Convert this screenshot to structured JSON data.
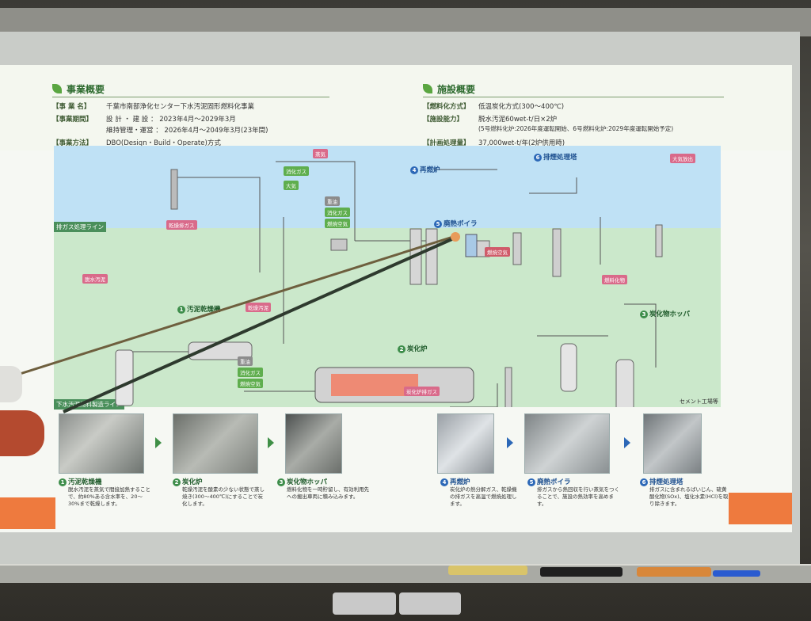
{
  "overview": {
    "title": "事業概要",
    "rows": [
      {
        "label": "【事 業 名】",
        "value": "千葉市南部浄化センター下水汚泥固形燃料化事業"
      },
      {
        "label": "【事業期間】",
        "value": "設 計 ・ 建 設 ： 2023年4月～2029年3月"
      },
      {
        "label": "",
        "value": "維持管理・運営 ： 2026年4月～2049年3月(23年間)"
      },
      {
        "label": "【事業方法】",
        "value": "DBO(Design・Build・Operate)方式"
      }
    ]
  },
  "facility": {
    "title": "施設概要",
    "rows": [
      {
        "label": "【燃料化方式】",
        "value": "低温炭化方式(300～400℃)"
      },
      {
        "label": "【施設能力】",
        "value": "脱水汚泥60wet-t/日×2炉"
      },
      {
        "label": "",
        "value": "(5号燃料化炉:2026年度運転開始、6号燃料化炉:2029年度運転開始予定)"
      },
      {
        "label": "【計画処理量】",
        "value": "37,000wet-t/年(2炉供用時)"
      }
    ]
  },
  "diagram": {
    "exhaust_line": "排ガス処理ライン",
    "fuel_line": "下水汚泥燃料製造ライン",
    "stages": [
      {
        "num": "1",
        "name": "汚泥乾燥機"
      },
      {
        "num": "2",
        "name": "炭化炉"
      },
      {
        "num": "3",
        "name": "炭化物ホッパ"
      },
      {
        "num": "4",
        "name": "再燃炉"
      },
      {
        "num": "5",
        "name": "廃熱ボイラ"
      },
      {
        "num": "6",
        "name": "排煙処理塔"
      }
    ],
    "cement": "セメント工場等"
  },
  "steps": [
    {
      "num": "1",
      "name": "汚泥乾燥機",
      "desc": "脱水汚泥を蒸気で間接加熱することで、約80%ある含水率を、20～30%まで乾燥します。",
      "color": "green"
    },
    {
      "num": "2",
      "name": "炭化炉",
      "desc": "乾燥汚泥を酸素の少ない状態で蒸し焼き(300～400℃)にすることで炭化します。",
      "color": "green"
    },
    {
      "num": "3",
      "name": "炭化物ホッパ",
      "desc": "燃料化物を一時貯留し、有効利用先への搬出車両に積み込みます。",
      "color": "green"
    },
    {
      "num": "4",
      "name": "再燃炉",
      "desc": "炭化炉の熱分解ガス、乾燥機の排ガスを高温で燃焼処理します。",
      "color": "blue"
    },
    {
      "num": "5",
      "name": "廃熱ボイラ",
      "desc": "排ガスから熱回収を行い蒸気をつくることで、施設の熱効率を高めます。",
      "color": "blue"
    },
    {
      "num": "6",
      "name": "排煙処理塔",
      "desc": "排ガスに含まれるばいじん、硫黄酸化物(SOx)、塩化水素(HCl)を取り除きます。",
      "color": "blue"
    }
  ]
}
